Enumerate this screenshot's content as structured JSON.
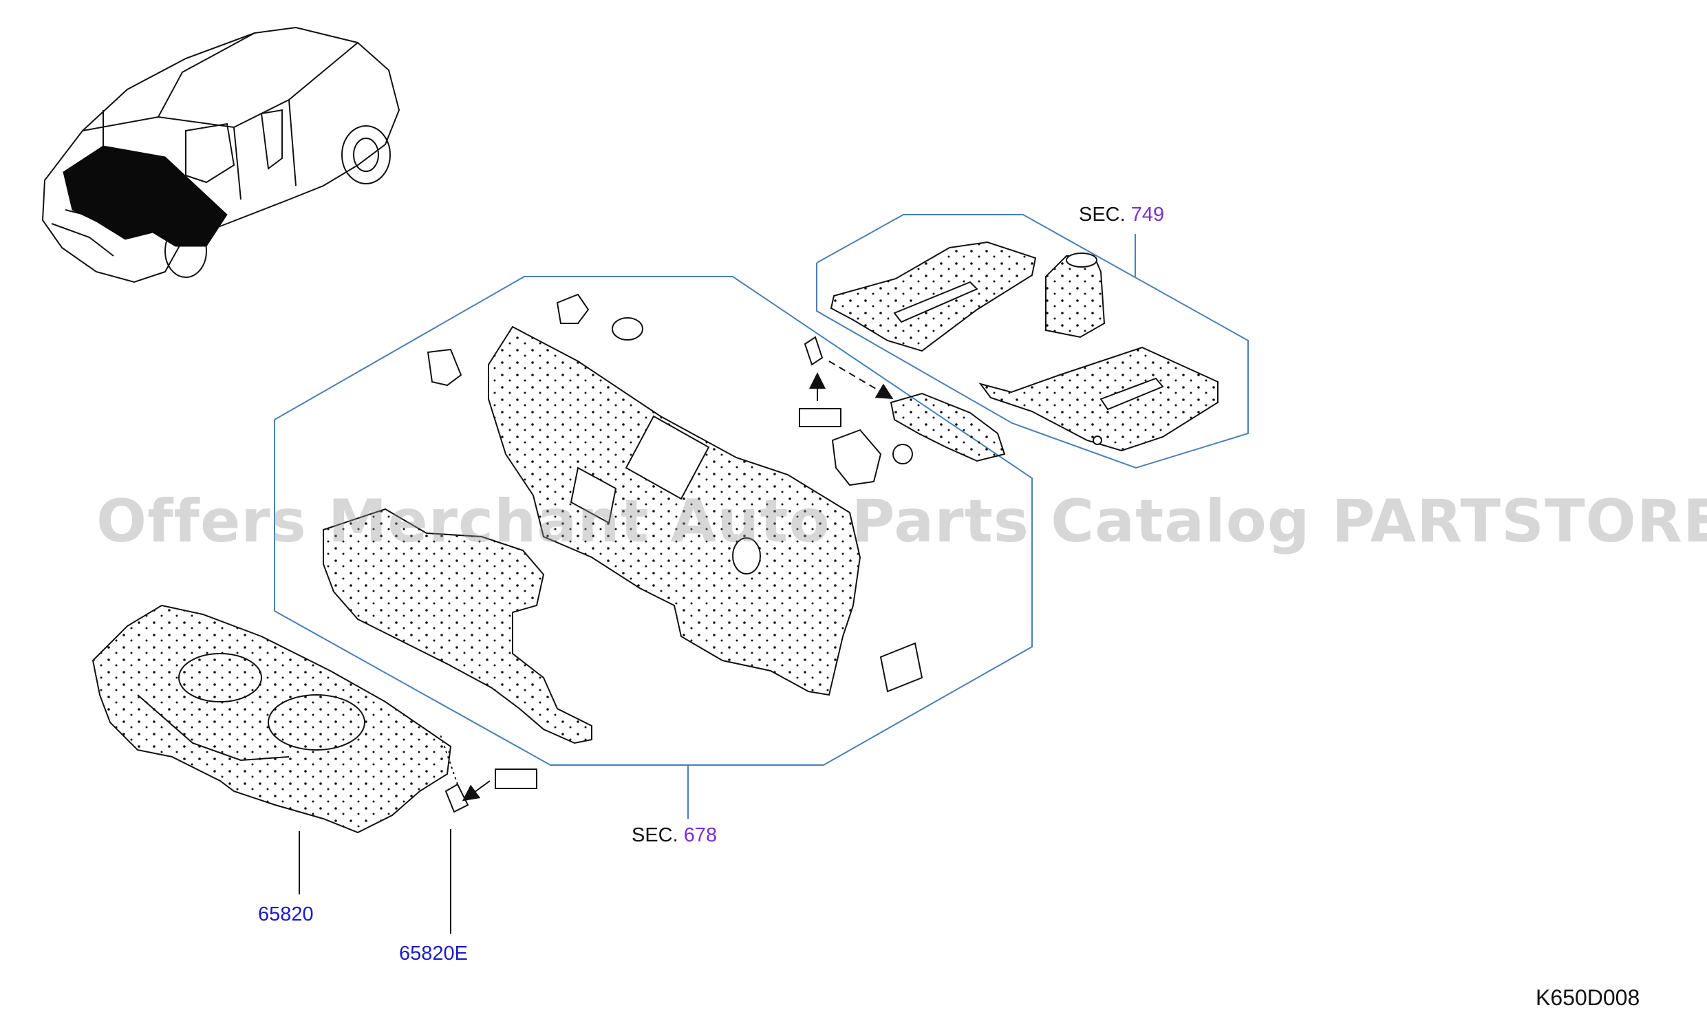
{
  "watermark": "Offers Merchant Auto Parts Catalog PARTSTORE.SA",
  "sections": [
    {
      "prefix": "SEC.",
      "number": "749"
    },
    {
      "prefix": "SEC.",
      "number": "678"
    }
  ],
  "parts": [
    {
      "number": "65820"
    },
    {
      "number": "65820E"
    }
  ],
  "diagram_code": "K650D008",
  "colors": {
    "section_number": "#7a2fd6",
    "part_link": "#1a1ac8",
    "outline": "#4a7fb5",
    "line_art": "#111111"
  }
}
